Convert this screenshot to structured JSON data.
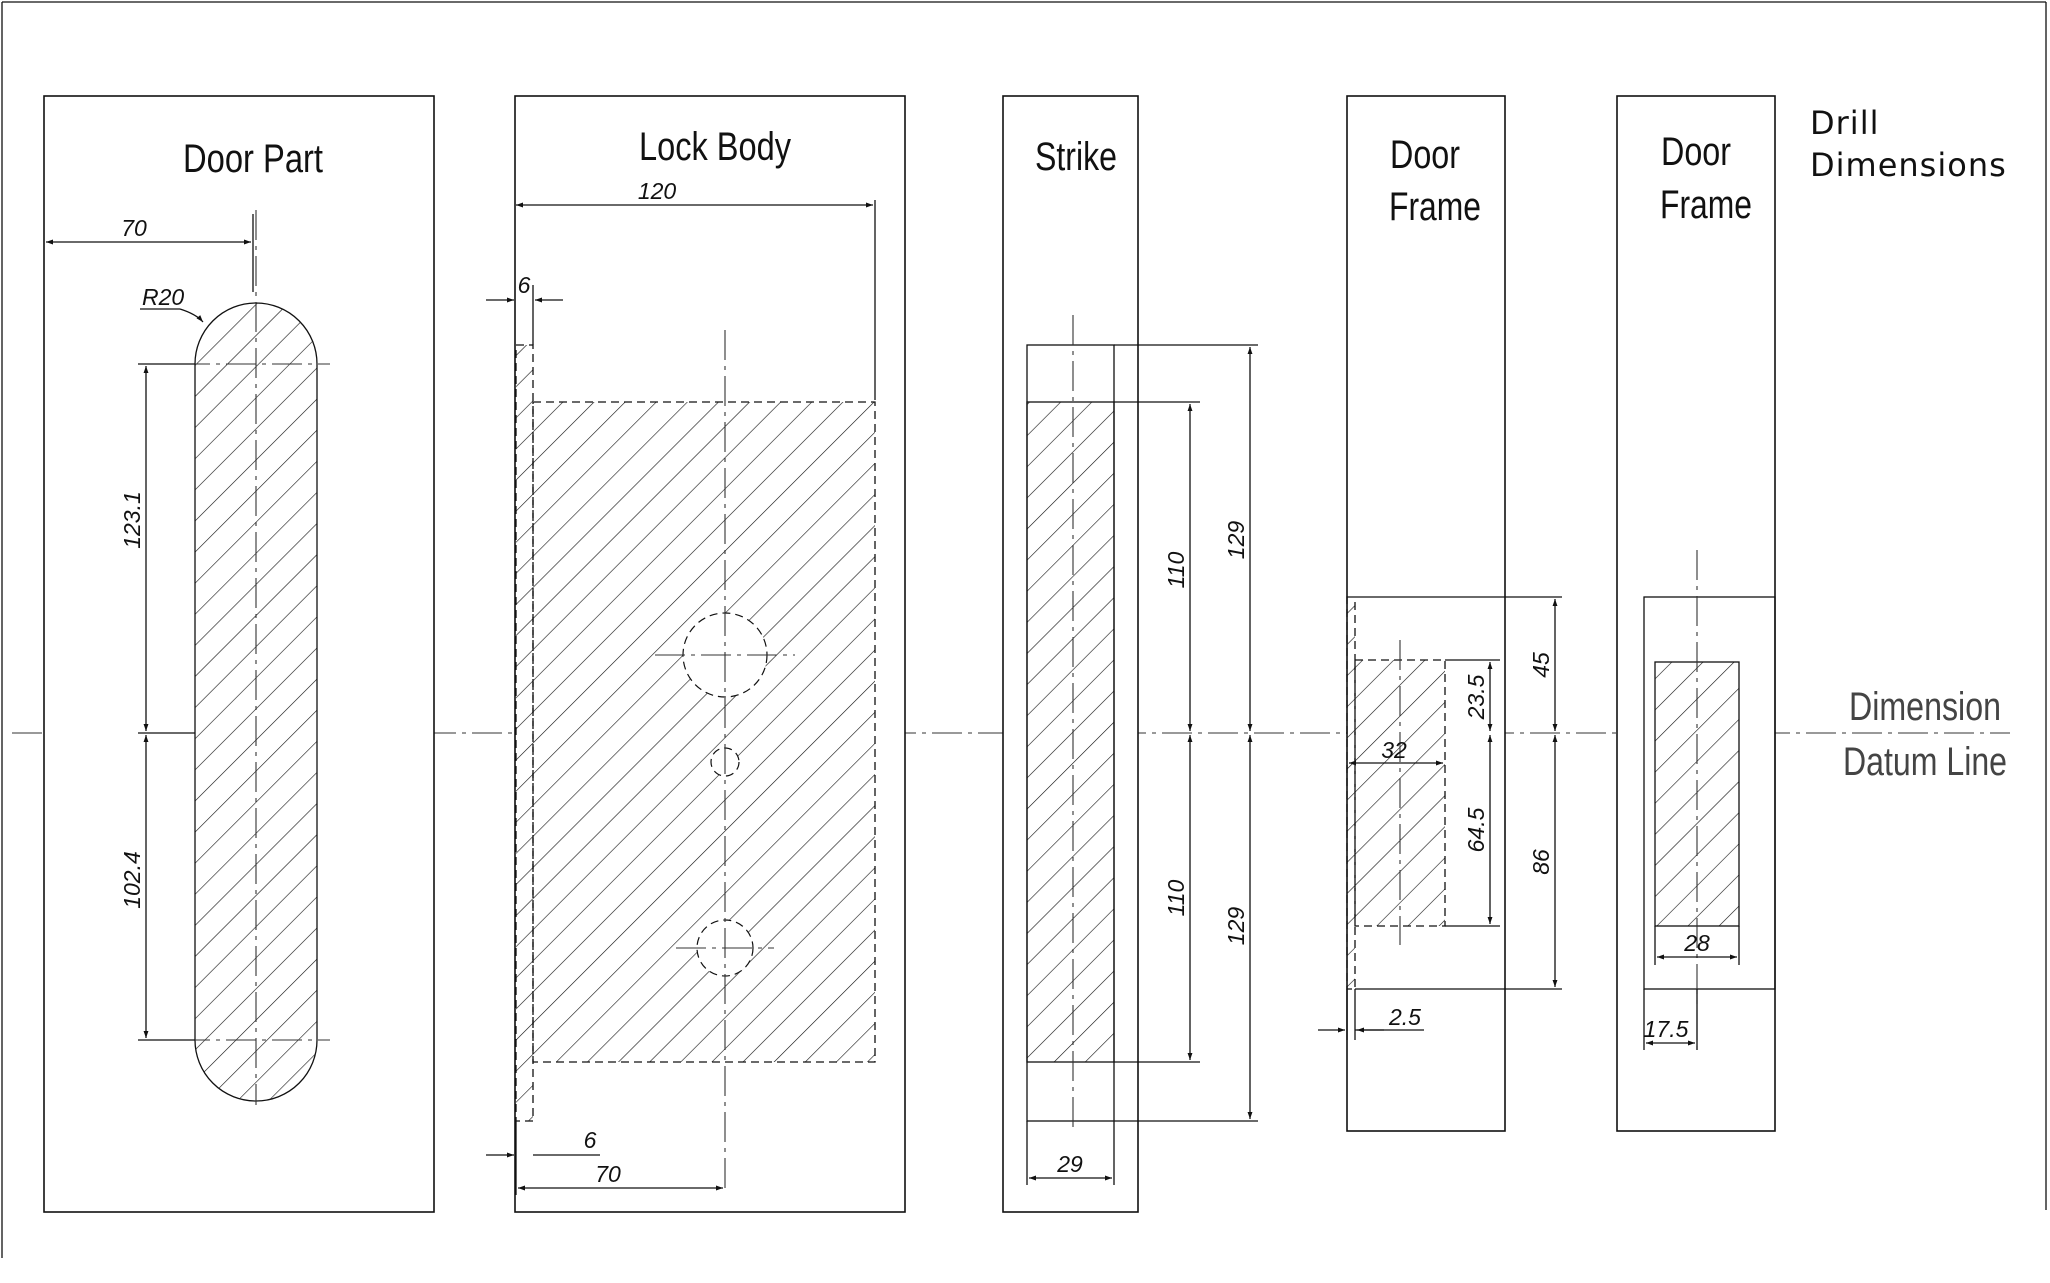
{
  "titles": {
    "door_part": "Door Part",
    "lock_body": "Lock Body",
    "strike": "Strike",
    "door_frame_1": [
      "Door",
      "Frame"
    ],
    "door_frame_2": [
      "Door",
      "Frame"
    ],
    "drill": [
      "Drill",
      "Dimensions"
    ],
    "datum": [
      "Dimension",
      "Datum Line"
    ]
  },
  "dimensions": {
    "door_part": {
      "width": "70",
      "radius": "R20",
      "upper": "123.1",
      "lower": "102.4"
    },
    "lock_body": {
      "width": "120",
      "faceplate": "6",
      "offset": "6",
      "backset": "70"
    },
    "strike": {
      "inner_upper": "110",
      "outer_upper": "129",
      "inner_lower": "110",
      "outer_lower": "129",
      "width": "29"
    },
    "door_frame_1": {
      "outer_upper": "45",
      "inner_upper": "23.5",
      "depth": "32",
      "inner_lower": "64.5",
      "outer_lower": "86",
      "offset": "2.5"
    },
    "door_frame_2": {
      "width": "28",
      "offset": "17.5"
    }
  }
}
